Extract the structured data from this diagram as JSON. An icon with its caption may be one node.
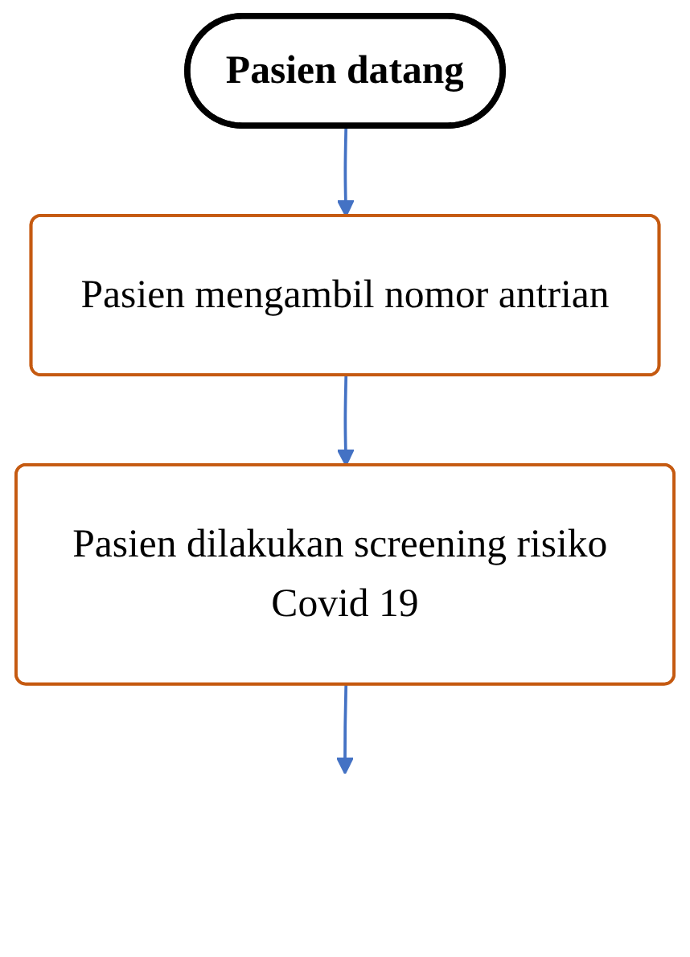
{
  "diagram": {
    "nodes": [
      {
        "text": [
          "Pasien datang"
        ]
      },
      {
        "text": [
          "Pasien mengambil nomor antrian"
        ]
      },
      {
        "text": [
          "Pasien dilakukan screening risiko Covid 19"
        ]
      }
    ],
    "edges": [
      {
        "from": 0,
        "to": 1,
        "arrow": "to"
      },
      {
        "from": 1,
        "to": 2,
        "arrow": "to"
      },
      {
        "from": 2,
        "to": null,
        "arrow": "to"
      }
    ]
  }
}
